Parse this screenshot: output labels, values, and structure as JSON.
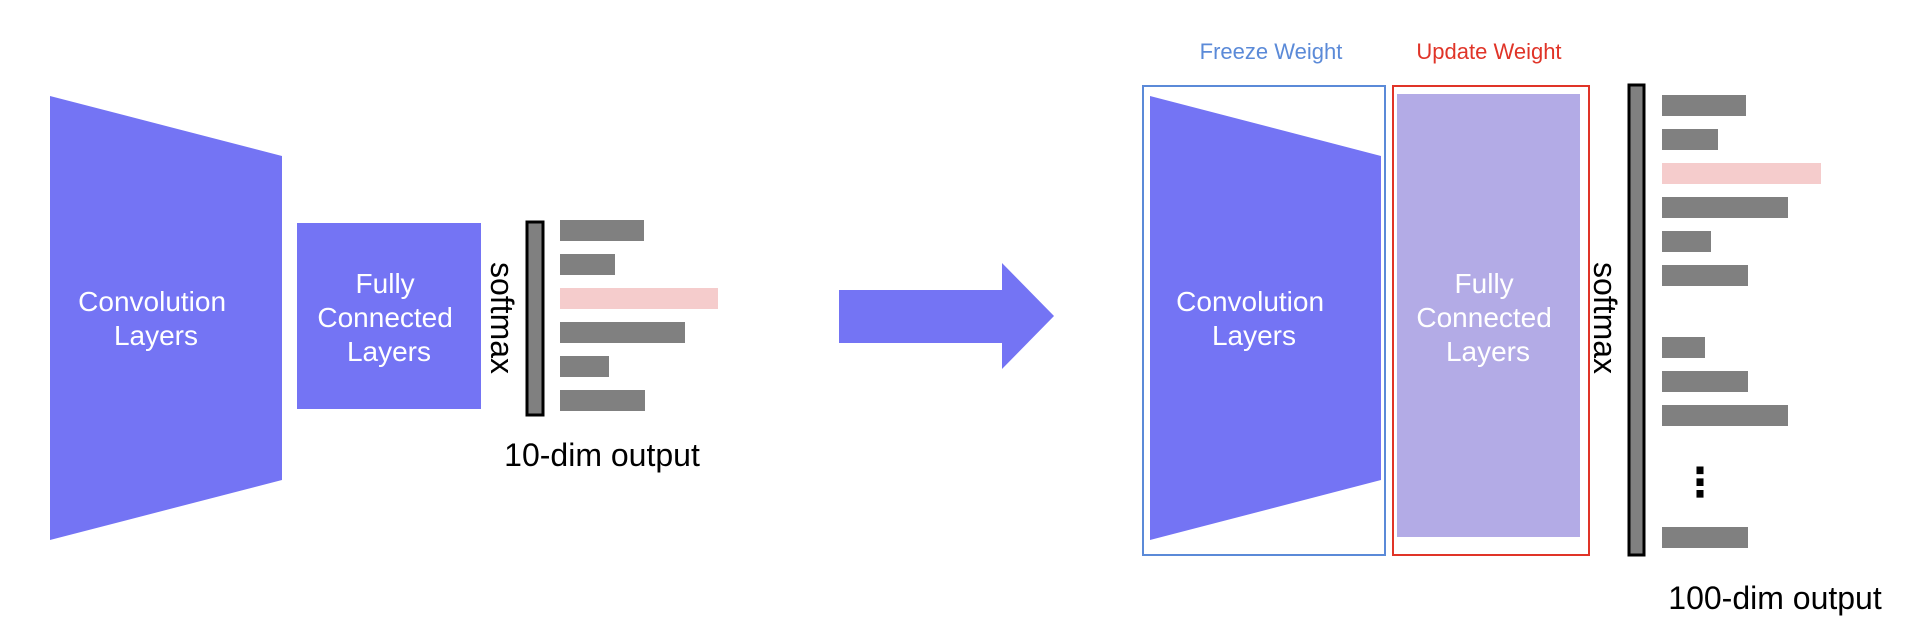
{
  "colors": {
    "layer_block": "#7474f4",
    "fc_updated_block": "#b3abe6",
    "output_bar": "#808080",
    "highlighted_bar": "#f5cccc",
    "softmax_bar": "#808080",
    "freeze_box": "#5b8ad8",
    "update_box": "#e03428",
    "arrow": "#7474f4"
  },
  "left_model": {
    "conv_label_line1": "Convolution",
    "conv_label_line2": "Layers",
    "fc_label_line1": "Fully",
    "fc_label_line2": "Connected",
    "fc_label_line3": "Layers",
    "softmax_label": "softmax",
    "output_caption": "10-dim output",
    "bars": [
      {
        "length": 0.53,
        "highlighted": false
      },
      {
        "length": 0.35,
        "highlighted": false
      },
      {
        "length": 1.0,
        "highlighted": true
      },
      {
        "length": 0.79,
        "highlighted": false
      },
      {
        "length": 0.31,
        "highlighted": false
      },
      {
        "length": 0.54,
        "highlighted": false
      }
    ]
  },
  "right_model": {
    "freeze_caption": "Freeze Weight",
    "update_caption": "Update Weight",
    "conv_label_line1": "Convolution",
    "conv_label_line2": "Layers",
    "fc_label_line1": "Fully",
    "fc_label_line2": "Connected",
    "fc_label_line3": "Layers",
    "softmax_label": "softmax",
    "output_caption": "100-dim output",
    "ellipsis": "⋮",
    "bars_top": [
      {
        "length": 0.53,
        "highlighted": false
      },
      {
        "length": 0.35,
        "highlighted": false
      },
      {
        "length": 1.0,
        "highlighted": true
      },
      {
        "length": 0.79,
        "highlighted": false
      },
      {
        "length": 0.31,
        "highlighted": false
      },
      {
        "length": 0.54,
        "highlighted": false
      }
    ],
    "bars_bottom": [
      {
        "length": 0.27,
        "highlighted": false
      },
      {
        "length": 0.54,
        "highlighted": false
      },
      {
        "length": 0.79,
        "highlighted": false
      }
    ],
    "bar_last": {
      "length": 0.54,
      "highlighted": false
    }
  }
}
